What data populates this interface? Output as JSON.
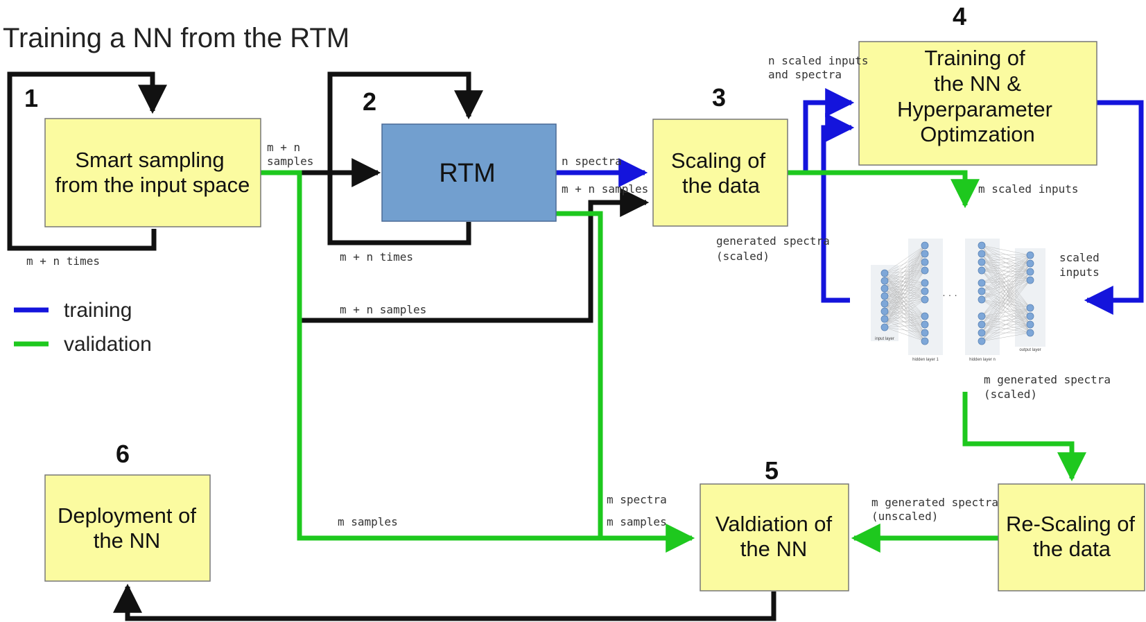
{
  "title": "Training a NN from the RTM",
  "colors": {
    "box_fill": "#fbfba0",
    "box_stroke": "#777777",
    "rtm_fill": "#729fcf",
    "training": "#1414dc",
    "validation": "#1ec81e",
    "flow": "#111111"
  },
  "steps": {
    "s1": {
      "number": "1",
      "line1": "Smart sampling",
      "line2": "from the input space",
      "loop_label": "m + n times"
    },
    "s2": {
      "number": "2",
      "label": "RTM",
      "loop_label": "m + n times"
    },
    "s3": {
      "number": "3",
      "line1": "Scaling of",
      "line2": "the data"
    },
    "s4": {
      "number": "4",
      "line1": "Training of",
      "line2": "the NN &",
      "line3": "Hyperparameter",
      "line4": "Optimzation"
    },
    "s5": {
      "number": "5",
      "line1": "Valdiation of",
      "line2": "the NN"
    },
    "s6": {
      "number": "6",
      "line1": "Deployment of",
      "line2": "the NN"
    },
    "rescale": {
      "line1": "Re-Scaling of",
      "line2": "the data"
    }
  },
  "labels": {
    "mn_samples_a": "m + n",
    "mn_samples_b": "samples",
    "n_spectra": "n spectra",
    "mn_samples_rtm": "m + n samples",
    "mn_samples_bottom": "m + n samples",
    "n_scaled_a": "n scaled inputs",
    "n_scaled_b": "and spectra",
    "m_scaled_inputs": "m scaled inputs",
    "gen_spectra_a": "generated spectra",
    "gen_spectra_b": "(scaled)",
    "scaled_inputs_a": "scaled",
    "scaled_inputs_b": "inputs",
    "m_gen_scaled_a": "m generated spectra",
    "m_gen_scaled_b": "(scaled)",
    "m_gen_unscaled_a": "m generated spectra",
    "m_gen_unscaled_b": "(unscaled)",
    "m_spectra": "m spectra",
    "m_samples_v": "m samples",
    "m_samples_left": "m samples"
  },
  "legend": {
    "training": "training",
    "validation": "validation"
  },
  "nn_figure": {
    "input_label": "input layer",
    "hidden1_label": "hidden layer 1",
    "hiddenN_label": "hidden layer n",
    "output_label": "output layer",
    "ellipsis": "· · ·"
  }
}
